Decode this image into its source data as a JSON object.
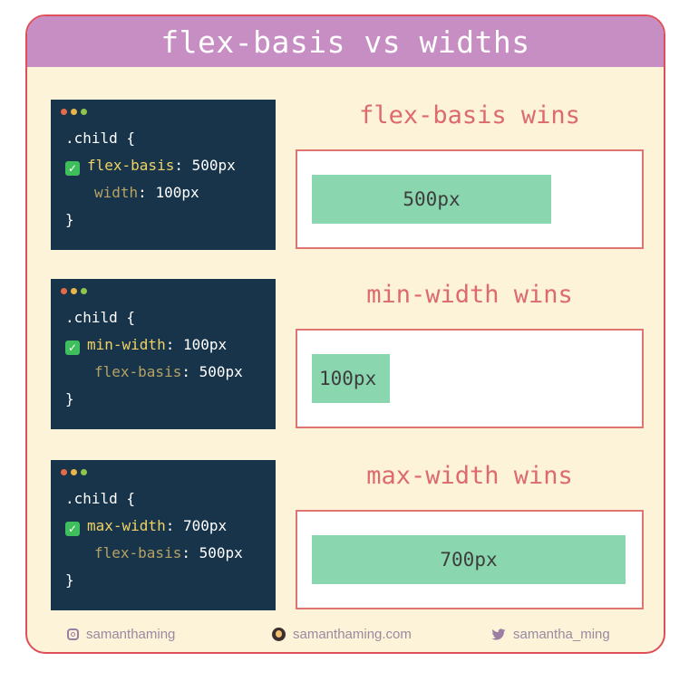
{
  "title": "flex-basis vs widths",
  "rows": [
    {
      "selector": ".child {",
      "winning_prop": "flex-basis",
      "winning_value": "500px",
      "losing_prop": "width",
      "losing_value": "100px",
      "close": "}",
      "winner_label": "flex-basis wins",
      "bar_label": "500px"
    },
    {
      "selector": ".child {",
      "winning_prop": "min-width",
      "winning_value": "100px",
      "losing_prop": "flex-basis",
      "losing_value": "500px",
      "close": "}",
      "winner_label": "min-width wins",
      "bar_label": "100px"
    },
    {
      "selector": ".child {",
      "winning_prop": "max-width",
      "winning_value": "700px",
      "losing_prop": "flex-basis",
      "losing_value": "500px",
      "close": "}",
      "winner_label": "max-width wins",
      "bar_label": "700px"
    }
  ],
  "footer": {
    "instagram": "samanthaming",
    "website": "samanthaming.com",
    "twitter": "samantha_ming"
  },
  "icons": {
    "checkmark": "check-icon",
    "instagram": "instagram-icon",
    "website": "avatar-icon",
    "twitter": "twitter-icon"
  },
  "colors": {
    "header": "#c78ec3",
    "border": "#de4f59",
    "background": "#fcf3d9",
    "code_bg": "#17344a",
    "bar": "#8ad6af",
    "winner_text": "#dd6a6c"
  }
}
